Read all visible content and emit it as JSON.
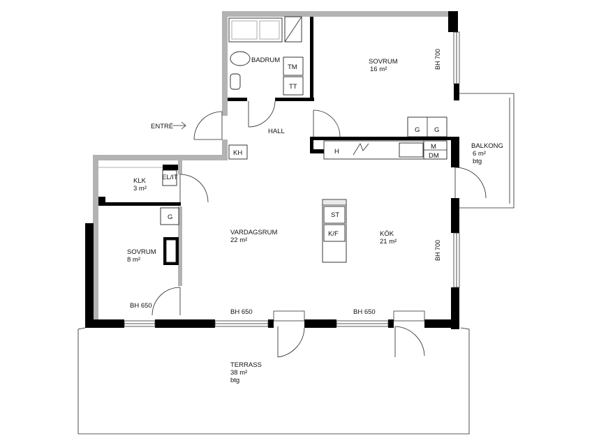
{
  "rooms": {
    "badrum": {
      "name": "BADRUM"
    },
    "sovrum_large": {
      "name": "SOVRUM",
      "area": "16 m²"
    },
    "hall": {
      "name": "HALL"
    },
    "klk": {
      "name": "KLK",
      "area": "3 m²"
    },
    "sovrum_small": {
      "name": "SOVRUM",
      "area": "8 m²"
    },
    "vardagsrum": {
      "name": "VARDAGSRUM",
      "area": "22 m²"
    },
    "kok": {
      "name": "KÖK",
      "area": "21 m²"
    },
    "balkong": {
      "name": "BALKONG",
      "area": "6 m²",
      "note": "btg"
    },
    "terrass": {
      "name": "TERRASS",
      "area": "38 m²",
      "note": "btg"
    }
  },
  "fixtures": {
    "tm": "TM",
    "tt": "TT",
    "kh": "KH",
    "el_it": "EL/IT",
    "g_klk": "G",
    "g1": "G",
    "g2": "G",
    "h": "H",
    "m": "M",
    "dm": "DM",
    "st": "ST",
    "kf": "K/F"
  },
  "entrance": "ENTRÉ",
  "windows": {
    "bh700_top": "BH 700",
    "bh700_right": "BH 700",
    "bh650_left": "BH 650",
    "bh650_mid": "BH 650",
    "bh650_right": "BH 650"
  },
  "colors": {
    "wall": "#000000",
    "partition": "#b3b3b3",
    "line": "#222222"
  }
}
